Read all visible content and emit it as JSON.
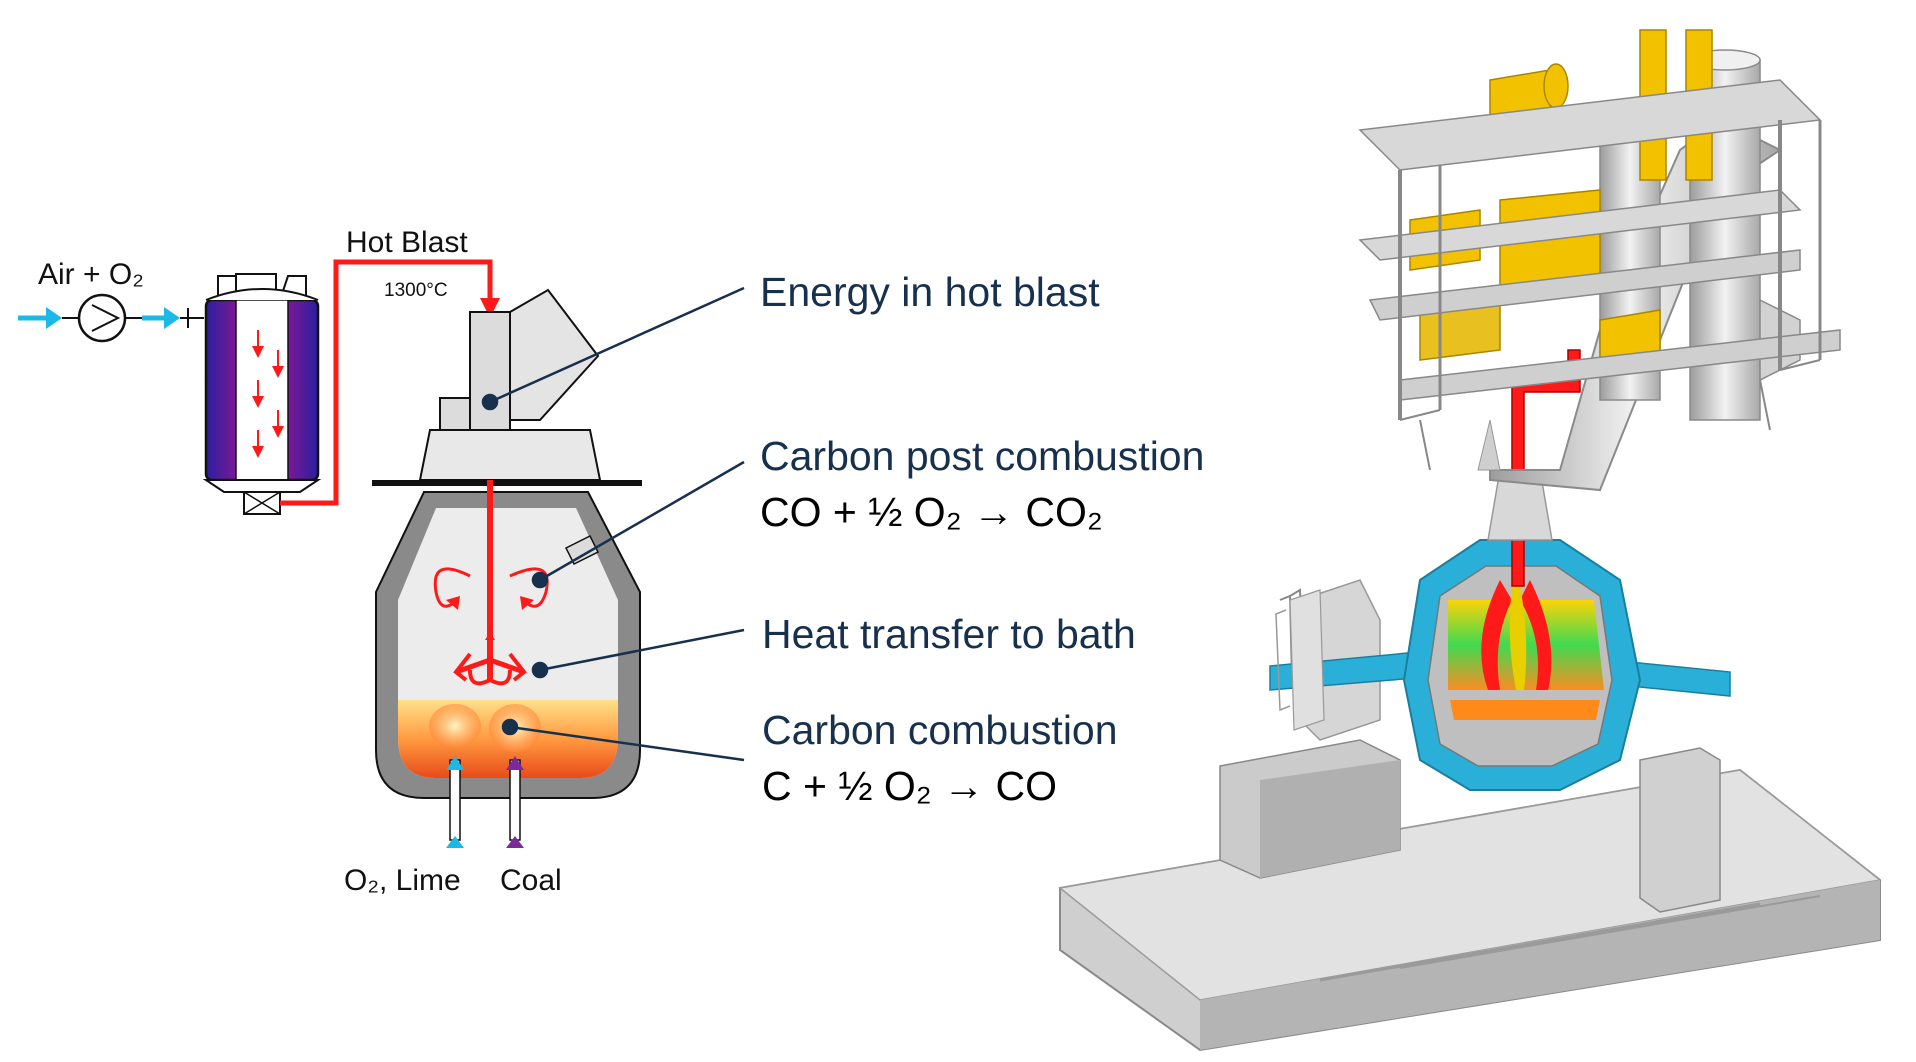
{
  "schematic": {
    "inlet_label": "Air + O₂",
    "hot_blast_label": "Hot Blast",
    "hot_blast_temperature": "1300°C",
    "bottom_inputs_label": "O₂, Lime",
    "coal_label": "Coal"
  },
  "callouts": {
    "energy": "Energy in hot blast",
    "post_combustion_title": "Carbon post combustion",
    "post_combustion_equation": "CO + ½ O₂ → CO₂",
    "heat_transfer": "Heat transfer to bath",
    "combustion_title": "Carbon combustion",
    "combustion_equation": "C + ½ O₂ → CO"
  },
  "colors": {
    "hot_blast": "#ff1a1a",
    "inlet_arrows": "#1cb8e6",
    "callout_text": "#17304d",
    "plant_structure": "#f2c200",
    "vessel_shell": "#2ab0d8"
  }
}
